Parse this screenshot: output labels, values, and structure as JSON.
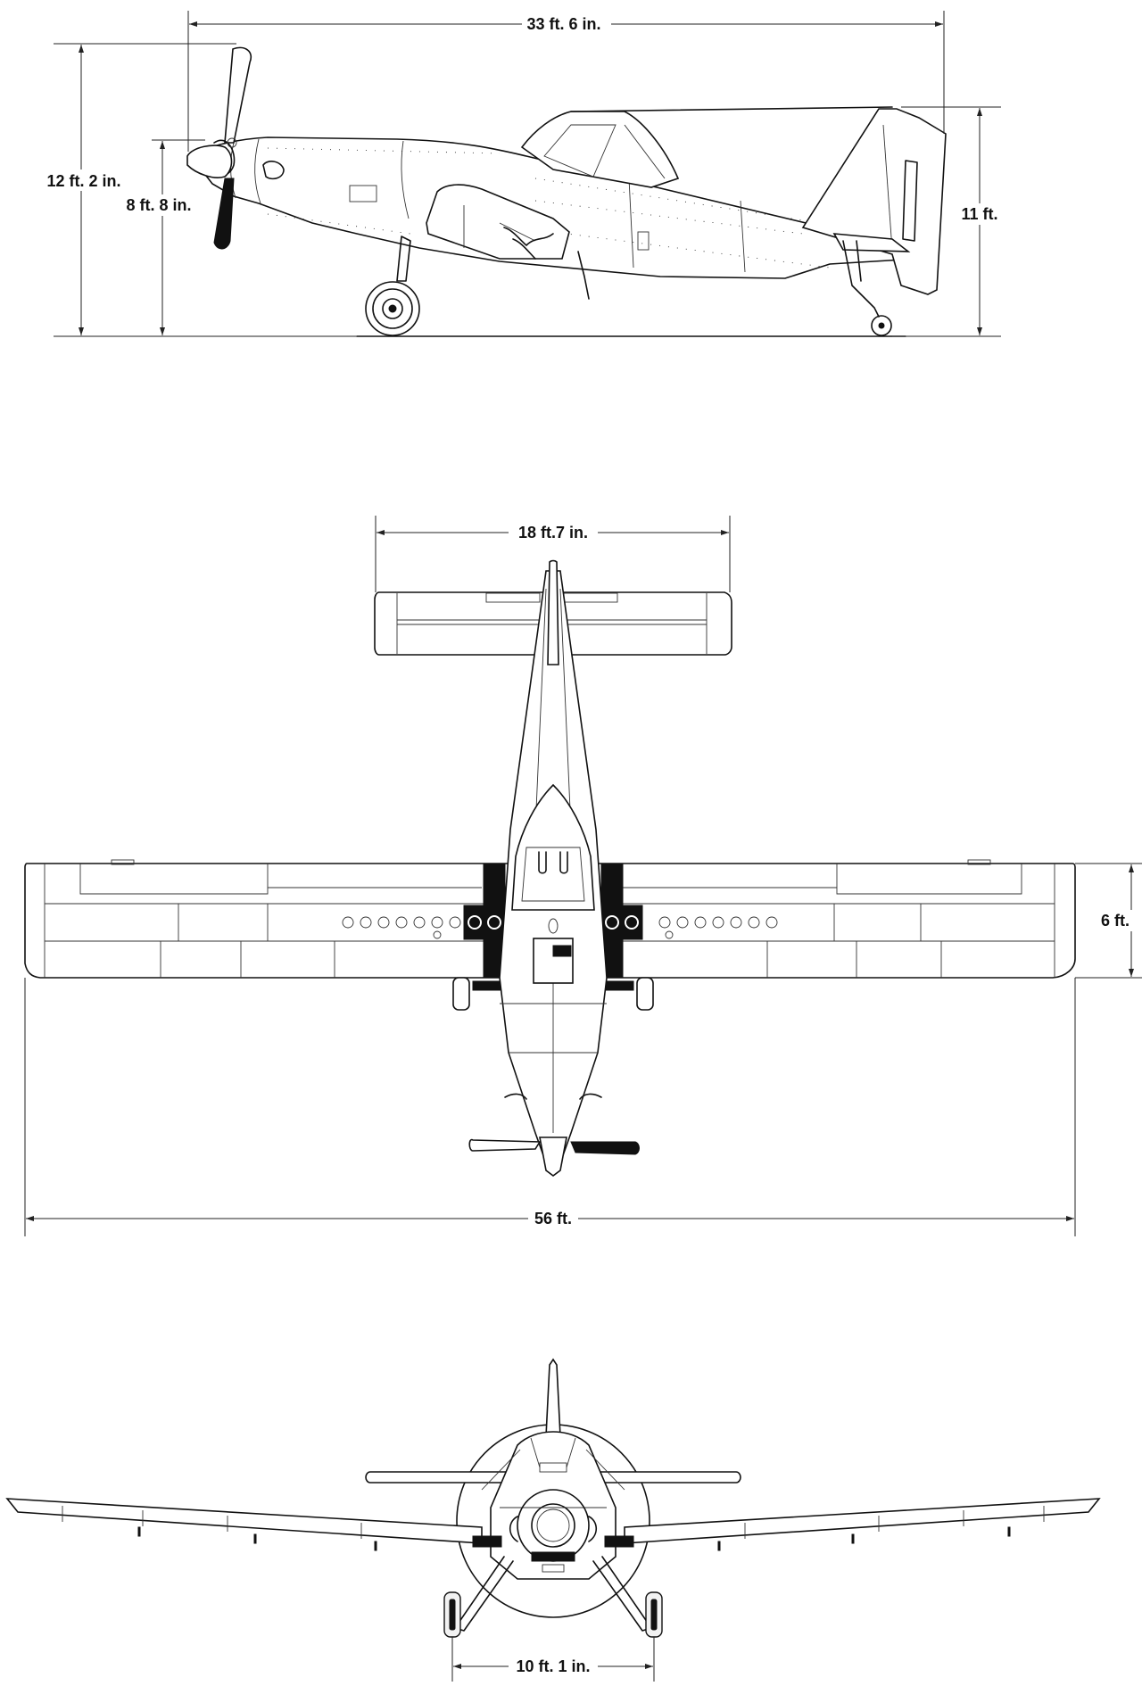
{
  "dimensions": {
    "length": "33 ft. 6 in.",
    "height_overall": "12 ft. 2 in.",
    "height_prop_hub": "8 ft. 8 in.",
    "height_tail": "11 ft.",
    "tailplane_span": "18 ft.7 in.",
    "wing_chord": "6 ft.",
    "wingspan": "56 ft.",
    "wheel_track": "10 ft. 1 in."
  },
  "colors": {
    "line": "#111111",
    "background": "#ffffff"
  }
}
